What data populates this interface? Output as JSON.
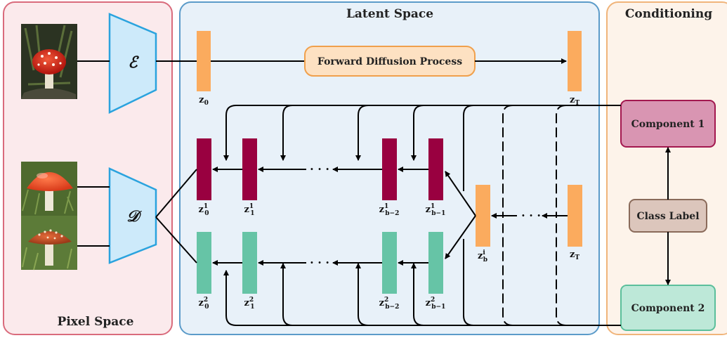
{
  "panels": {
    "pixel": {
      "title": "Pixel Space"
    },
    "latent": {
      "title": "Latent Space"
    },
    "conditioning": {
      "title": "Conditioning"
    }
  },
  "encoder": {
    "symbol": "ℰ"
  },
  "decoder": {
    "symbol": "𝒟"
  },
  "forward_process": {
    "label": "Forward Diffusion Process"
  },
  "component1": {
    "label": "Component 1"
  },
  "component2": {
    "label": "Component 2"
  },
  "class_label": {
    "label": "Class Label"
  },
  "latents": {
    "z0": {
      "base": "z",
      "sub": "0"
    },
    "zT_top": {
      "base": "z",
      "sub": "T"
    },
    "zb_i": {
      "base": "z",
      "sub": "b",
      "sup": "i"
    },
    "zT_mid": {
      "base": "z",
      "sub": "T"
    },
    "row1": [
      {
        "base": "z",
        "sub": "0",
        "sup": "1"
      },
      {
        "base": "z",
        "sub": "1",
        "sup": "1"
      },
      {
        "base": "z",
        "sub": "b−2",
        "sup": "1"
      },
      {
        "base": "z",
        "sub": "b−1",
        "sup": "1"
      }
    ],
    "row2": [
      {
        "base": "z",
        "sub": "0",
        "sup": "2"
      },
      {
        "base": "z",
        "sub": "1",
        "sup": "2"
      },
      {
        "base": "z",
        "sub": "b−2",
        "sup": "2"
      },
      {
        "base": "z",
        "sub": "b−1",
        "sup": "2"
      }
    ]
  },
  "ellipsis": "· · ·",
  "colors": {
    "pixel_bg": "#fbeaec",
    "pixel_border": "#d96b7c",
    "latent_bg": "#e8f1f9",
    "latent_border": "#5b9bc9",
    "cond_bg": "#fdf3ea",
    "cond_border": "#f0b47a",
    "orange_bar": "#fbab5e",
    "crimson_bar": "#990040",
    "teal_bar": "#66c4a6",
    "encoder": "#cdeafa",
    "encoder_border": "#2aa3de",
    "component1_fill": "#d995b2",
    "component1_border": "#a3184f",
    "component2_fill": "#bde8d8",
    "component2_border": "#5bbf9b",
    "class_fill": "#dcc6bc",
    "class_border": "#8a6a5a",
    "forward_fill": "#fde1c2",
    "forward_border": "#f0a04c"
  }
}
